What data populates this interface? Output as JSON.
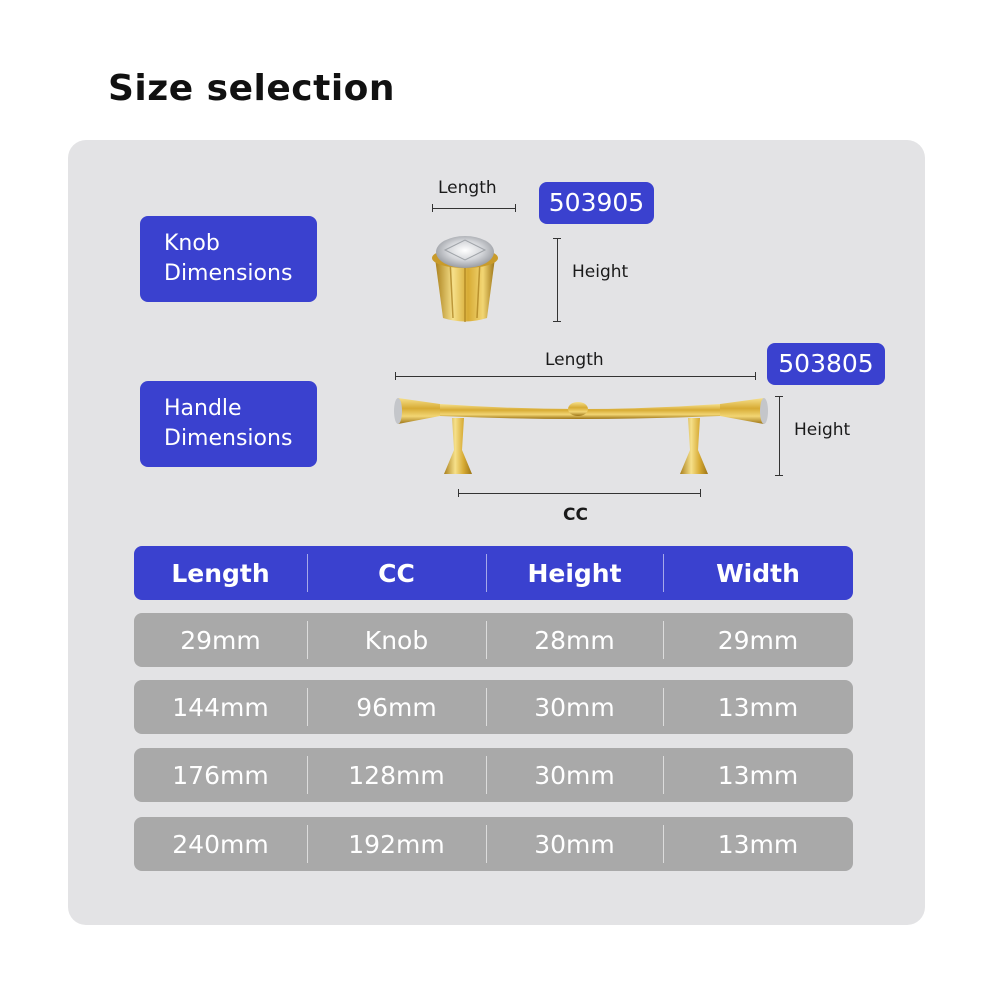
{
  "title": "Size selection",
  "knob": {
    "label_line1": "Knob",
    "label_line2": "Dimensions",
    "code": "503905",
    "length_label": "Length",
    "height_label": "Height"
  },
  "handle": {
    "label_line1": "Handle",
    "label_line2": "Dimensions",
    "code": "503805",
    "length_label": "Length",
    "height_label": "Height",
    "cc_label": "CC"
  },
  "table": {
    "headers": [
      "Length",
      "CC",
      "Height",
      "Width"
    ],
    "rows": [
      [
        "29mm",
        "Knob",
        "28mm",
        "29mm"
      ],
      [
        "144mm",
        "96mm",
        "30mm",
        "13mm"
      ],
      [
        "176mm",
        "128mm",
        "30mm",
        "13mm"
      ],
      [
        "240mm",
        "192mm",
        "30mm",
        "13mm"
      ]
    ]
  },
  "colors": {
    "accent": "#3a41cf",
    "panel": "#e3e3e5",
    "row": "#a9a9a9",
    "gold": "#d9b23a"
  }
}
